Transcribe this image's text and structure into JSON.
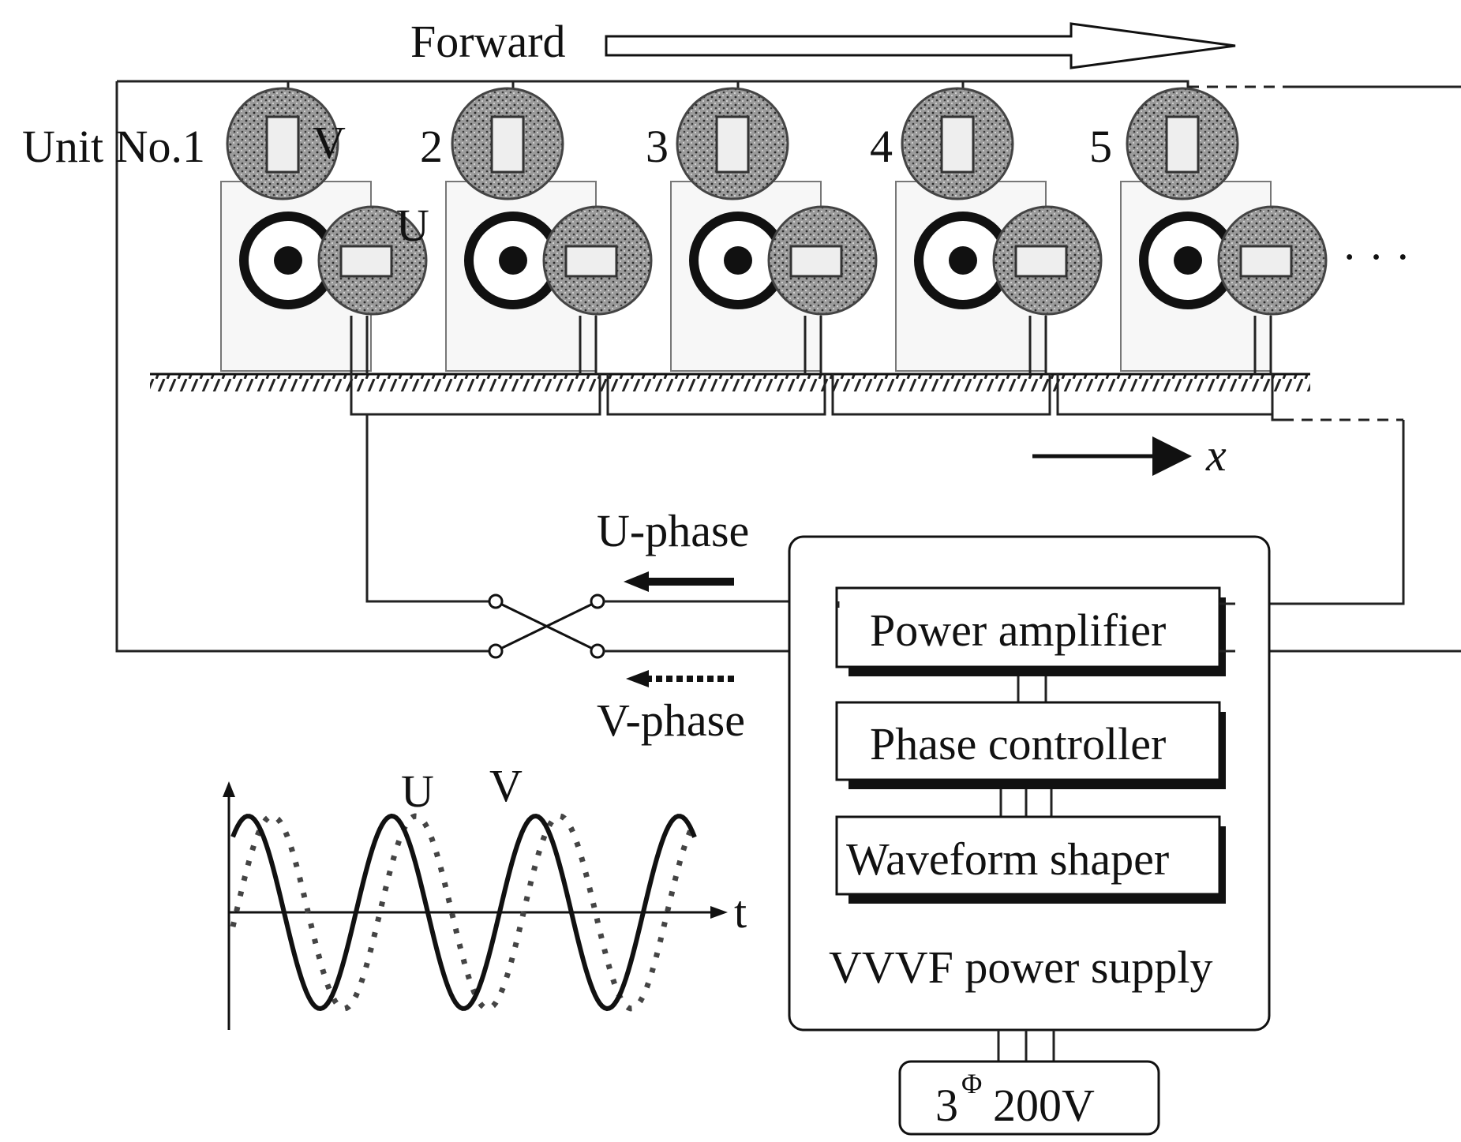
{
  "direction": {
    "label": "Forward"
  },
  "units": {
    "first_label": "Unit No.1",
    "labels": [
      "2",
      "3",
      "4",
      "5"
    ],
    "v_coil_label": "V",
    "u_coil_label": "U",
    "continuation": "· · ·"
  },
  "axis": {
    "x_label": "x"
  },
  "phases": {
    "u_label": "U-phase",
    "v_label": "V-phase"
  },
  "supply": {
    "blocks": [
      "Power amplifier",
      "Phase controller",
      "Waveform shaper"
    ],
    "name": "VVVF power supply",
    "source_base": "3",
    "source_sup": "Φ",
    "source_voltage": "200V"
  },
  "waveform": {
    "u_label": "U",
    "v_label": "V",
    "t_label": "t"
  }
}
